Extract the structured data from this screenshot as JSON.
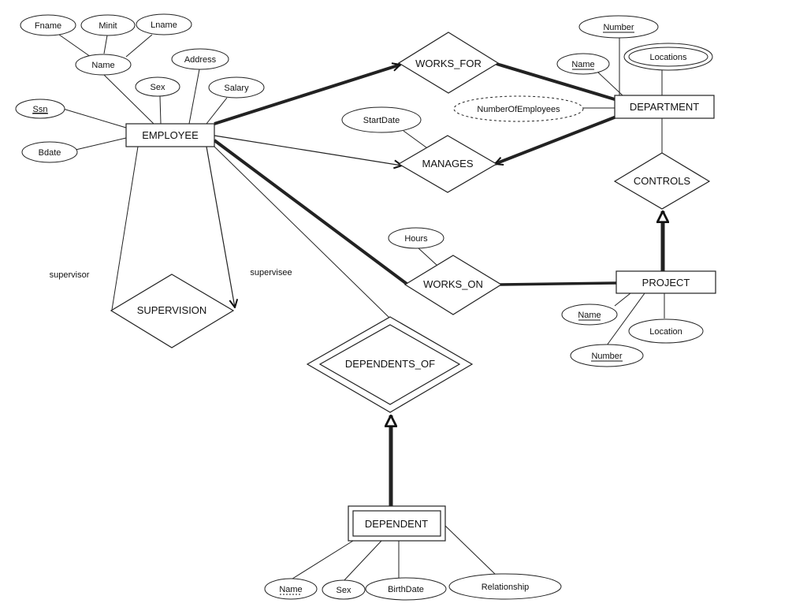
{
  "entities": {
    "employee": "EMPLOYEE",
    "department": "DEPARTMENT",
    "project": "PROJECT",
    "dependent": "DEPENDENT"
  },
  "relationships": {
    "works_for": "WORKS_FOR",
    "manages": "MANAGES",
    "works_on": "WORKS_ON",
    "controls": "CONTROLS",
    "supervision": "SUPERVISION",
    "dependents_of": "DEPENDENTS_OF"
  },
  "attributes": {
    "emp_fname": "Fname",
    "emp_minit": "Minit",
    "emp_lname": "Lname",
    "emp_name": "Name",
    "emp_address": "Address",
    "emp_sex": "Sex",
    "emp_salary": "Salary",
    "emp_ssn": "Ssn",
    "emp_bdate": "Bdate",
    "dept_number": "Number",
    "dept_name": "Name",
    "dept_locations": "Locations",
    "dept_num_employees": "NumberOfEmployees",
    "manages_startdate": "StartDate",
    "works_on_hours": "Hours",
    "proj_name": "Name",
    "proj_location": "Location",
    "proj_number": "Number",
    "dep_name": "Name",
    "dep_sex": "Sex",
    "dep_birthdate": "BirthDate",
    "dep_relationship": "Relationship"
  },
  "roles": {
    "supervisor": "supervisor",
    "supervisee": "supervisee"
  }
}
